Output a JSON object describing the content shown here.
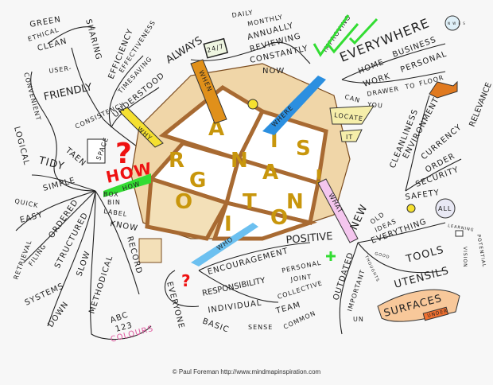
{
  "center": {
    "letters": [
      "O",
      "R",
      "G",
      "A",
      "N",
      "I",
      "S",
      "A",
      "T",
      "I",
      "O",
      "N",
      "!"
    ]
  },
  "top_left": {
    "green": "GREEN",
    "ethical": "ETHICAL",
    "clean": "CLEAN",
    "sharing": "SHARING",
    "user": "USER-",
    "friendly": "FRIENDLY",
    "convenient": "CONVENIENT",
    "efficiency": "EFFICIENCY",
    "effectiveness": "EFFECTIVENESS",
    "timesaving": "TIMESAVING",
    "understood": "UNDERSTOOD",
    "consistency": "CONSISTENCY",
    "why": "WHY"
  },
  "left": {
    "logical": "LOGICAL",
    "tidy": "TIDY",
    "taen": "TAEN",
    "space": "SPACE",
    "question": "?",
    "how_red": "HOW",
    "how_green": "HOW",
    "simple": "SIMPLE",
    "quick": "QUICK",
    "easy": "EASY",
    "ordered": "ORDERED",
    "retrieval": "RETRIEVAL",
    "filing": "FILING",
    "structured": "STRUCTURED",
    "systems": "SYSTEMS",
    "down": "DOWN",
    "slow": "SLOW",
    "methodical": "METHODICAL",
    "record": "RECORD",
    "box": "BOX",
    "bin": "BIN",
    "label": "LABEL",
    "know": "KNOW",
    "abc": "ABC",
    "n123": "123",
    "colours": "COLOURS"
  },
  "top": {
    "always": "ALWAYS",
    "twentyfour": "24/7",
    "daily": "DAILY",
    "monthly": "MONTHLY",
    "annually": "ANNUALLY",
    "reviewing": "REVIEWING",
    "constantly": "CONSTANTLY",
    "now": "NOW",
    "improving": "IMPROVING",
    "when": "WHEN"
  },
  "top_right": {
    "where": "WHERE",
    "everywhere": "EVERYWHERE",
    "home": "HOME",
    "business": "BUSINESS",
    "work": "WORK",
    "personal": "PERSONAL",
    "drawer": "DRAWER",
    "to": "TO",
    "floor": "FLOOR",
    "can": "CAN",
    "you": "YOU",
    "locate": "LOCATE",
    "it": "IT",
    "compass": "N W E S"
  },
  "right": {
    "cleanliness": "CLEANLINESS",
    "environment": "ENVIRONMENT",
    "currency": "CURRENCY",
    "order": "ORDER",
    "security": "SECURITY",
    "relevance": "RELEVANCE",
    "safety": "SAFETY",
    "all": "ALL",
    "learning": "LEARNING",
    "potential": "POTENTIAL",
    "vision": "VISION"
  },
  "bottom_right": {
    "what": "WHAT",
    "new": "NEW",
    "old": "OLD",
    "ideas": "IDEAS",
    "everything": "EVERYTHING",
    "good": "GOOD",
    "thoughts": "THOUGHTS",
    "tools": "TOOLS",
    "utensils": "UTENSILS",
    "surfaces": "SURFACES",
    "under": "UNDER",
    "outdated": "OUTDATED",
    "important": "IMPORTANT",
    "un": "UN"
  },
  "bottom": {
    "who": "WHO",
    "everyone": "EVERYONE",
    "positive": "POSITIVE",
    "encouragement": "ENCOURAGEMENT",
    "responsibility": "RESPONSIBILITY",
    "personal": "PERSONAL",
    "joint": "JOINT",
    "collective": "COLLECTIVE",
    "individual": "INDIVIDUAL",
    "team": "TEAM",
    "basic": "BASIC",
    "sense": "SENSE",
    "common": "COMMON",
    "question": "?"
  },
  "footer": {
    "credit": "© Paul Foreman http://www.mindmapinspiration.com"
  },
  "colors": {
    "tan": "#d9a56b",
    "gold": "#c8960c",
    "green": "#33dd33",
    "blue": "#2b8fe0",
    "red": "#ee1111",
    "pink": "#f4c6ee",
    "peach": "#f8c89a"
  }
}
